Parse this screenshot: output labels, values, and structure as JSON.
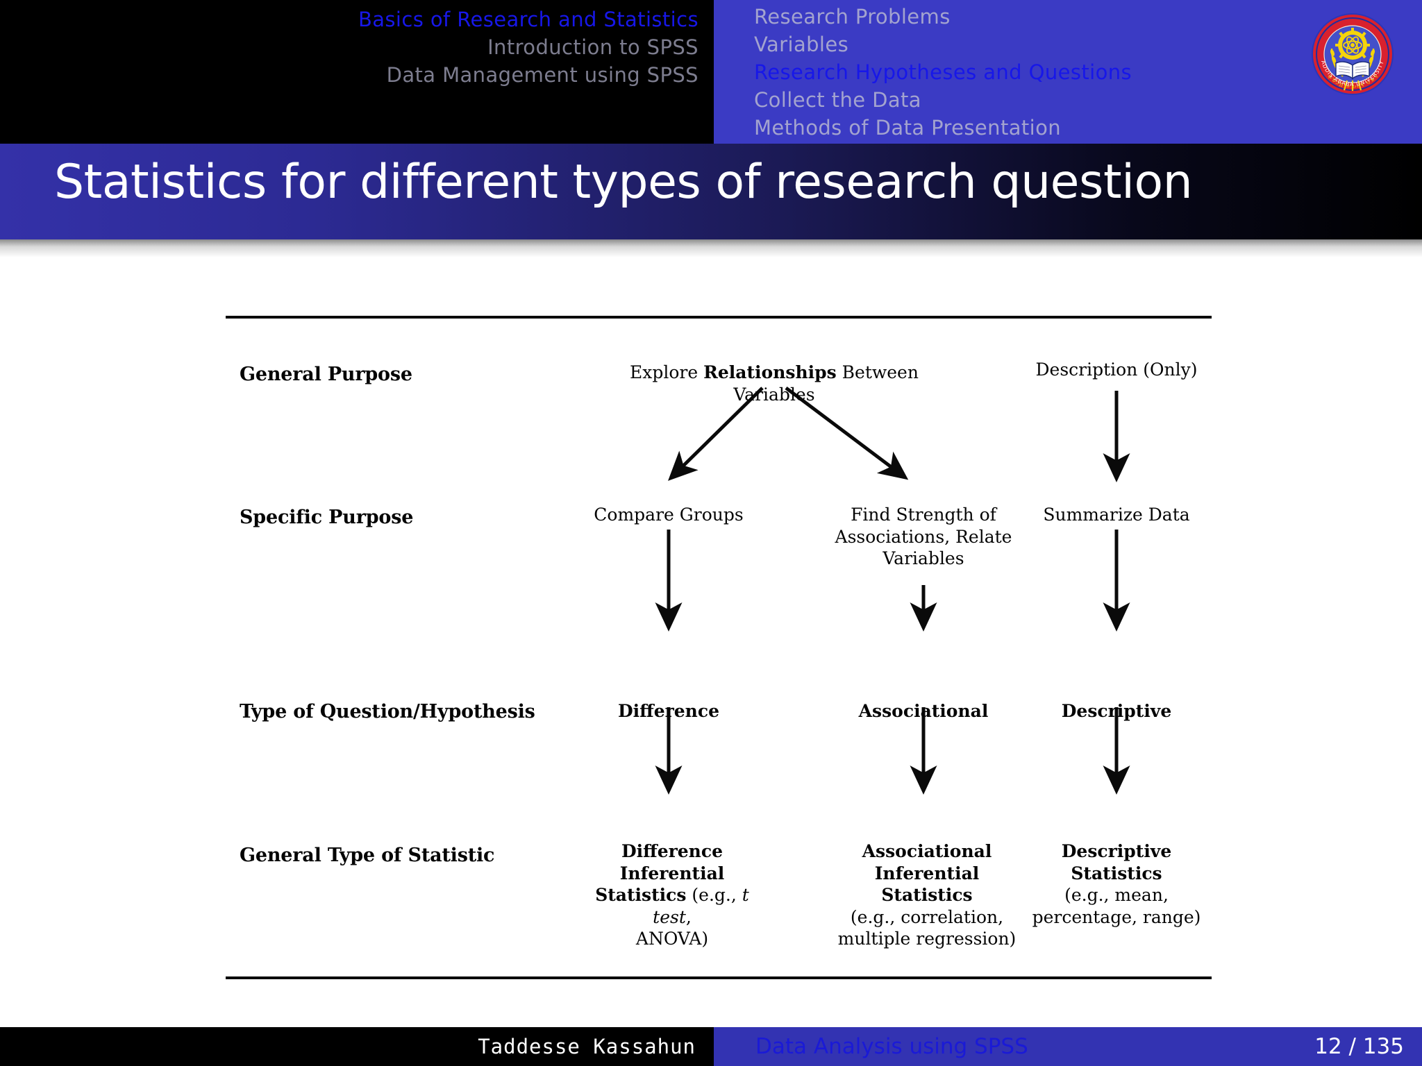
{
  "header": {
    "left_nav": [
      {
        "label": "Basics of Research and Statistics",
        "active": true
      },
      {
        "label": "Introduction to SPSS",
        "active": false
      },
      {
        "label": "Data Management using SPSS",
        "active": false
      }
    ],
    "right_nav": [
      {
        "label": "Research Problems",
        "active": false
      },
      {
        "label": "Variables",
        "active": false
      },
      {
        "label": "Research Hypotheses and Questions",
        "active": true
      },
      {
        "label": "Collect the Data",
        "active": false
      },
      {
        "label": "Methods of Data Presentation",
        "active": false
      }
    ],
    "logo": {
      "name": "addis-ababa-university-seal",
      "amharic_text": "አዲስ አበባ ዩኒቭርሲቲ",
      "outer_text": "ADDIS ABABA UNIVERSITY",
      "ring_color": "#d9212e",
      "emblem_color": "#f5d40a"
    },
    "accent_color": "#1717e8",
    "panel_color": "#3b3bc4"
  },
  "title": {
    "text": "Statistics for different types of research question"
  },
  "chart_data": {
    "type": "diagram",
    "title": "Statistics for different types of research question",
    "row_labels": [
      "General Purpose",
      "Specific Purpose",
      "Type of Question/Hypothesis",
      "General Type of Statistic"
    ],
    "columns": [
      {
        "id": "compare-groups",
        "general_purpose": "Explore Relationships Between Variables",
        "specific_purpose": "Compare Groups",
        "question_type": "Difference",
        "statistic_bold": "Difference Inferential Statistics",
        "statistic_example": "(e.g., t test, ANOVA)",
        "statistic_italic_part": "t test"
      },
      {
        "id": "find-strength",
        "general_purpose": "Explore Relationships Between Variables",
        "specific_purpose": "Find Strength of Associations, Relate Variables",
        "question_type": "Associational",
        "statistic_bold": "Associational Inferential Statistics",
        "statistic_example": "(e.g., correlation, multiple regression)",
        "statistic_italic_part": ""
      },
      {
        "id": "summarize-data",
        "general_purpose": "Description (Only)",
        "specific_purpose": "Summarize Data",
        "question_type": "Descriptive",
        "statistic_bold": "Descriptive Statistics",
        "statistic_example": "(e.g., mean, percentage, range)",
        "statistic_italic_part": ""
      }
    ],
    "cells": {
      "gp_explore_pre": "Explore ",
      "gp_explore_bold": "Relationships",
      "gp_explore_post": " Between Variables",
      "gp_description": "Description (Only)",
      "sp_compare": "Compare Groups",
      "sp_find_l1": "Find Strength of",
      "sp_find_l2": "Associations, Relate",
      "sp_find_l3": "Variables",
      "sp_summarize": "Summarize Data",
      "q_difference": "Difference",
      "q_associational": "Associational",
      "q_descriptive": "Descriptive",
      "st_diff_l1": "Difference Inferential",
      "st_diff_l2_bold": "Statistics",
      "st_diff_l2_rest_a": "(e.g., ",
      "st_diff_l2_italic": "t test",
      "st_diff_l2_rest_b": ",",
      "st_diff_l3": "ANOVA)",
      "st_assoc_l1": "Associational",
      "st_assoc_l2": "Inferential Statistics",
      "st_assoc_l3": "(e.g., correlation,",
      "st_assoc_l4": "multiple regression)",
      "st_desc_l1": "Descriptive Statistics",
      "st_desc_l2": "(e.g., mean,",
      "st_desc_l3": "percentage, range)"
    },
    "arrows": [
      {
        "from": "Explore Relationships Between Variables",
        "to": "Compare Groups",
        "style": "diagonal-left"
      },
      {
        "from": "Explore Relationships Between Variables",
        "to": "Find Strength of Associations, Relate Variables",
        "style": "diagonal-right"
      },
      {
        "from": "Description (Only)",
        "to": "Summarize Data",
        "style": "vertical"
      },
      {
        "from": "Compare Groups",
        "to": "Difference",
        "style": "vertical"
      },
      {
        "from": "Find Strength of Associations, Relate Variables",
        "to": "Associational",
        "style": "vertical"
      },
      {
        "from": "Summarize Data",
        "to": "Descriptive",
        "style": "vertical"
      },
      {
        "from": "Difference",
        "to": "Difference Inferential Statistics",
        "style": "vertical"
      },
      {
        "from": "Associational",
        "to": "Associational Inferential Statistics",
        "style": "vertical"
      },
      {
        "from": "Descriptive",
        "to": "Descriptive Statistics",
        "style": "vertical"
      }
    ]
  },
  "footer": {
    "author": "Taddesse Kassahun",
    "subject": "Data Analysis using SPSS",
    "page": "12 / 135",
    "bar_color": "#3333b2",
    "link_color": "#1a1ad6"
  }
}
